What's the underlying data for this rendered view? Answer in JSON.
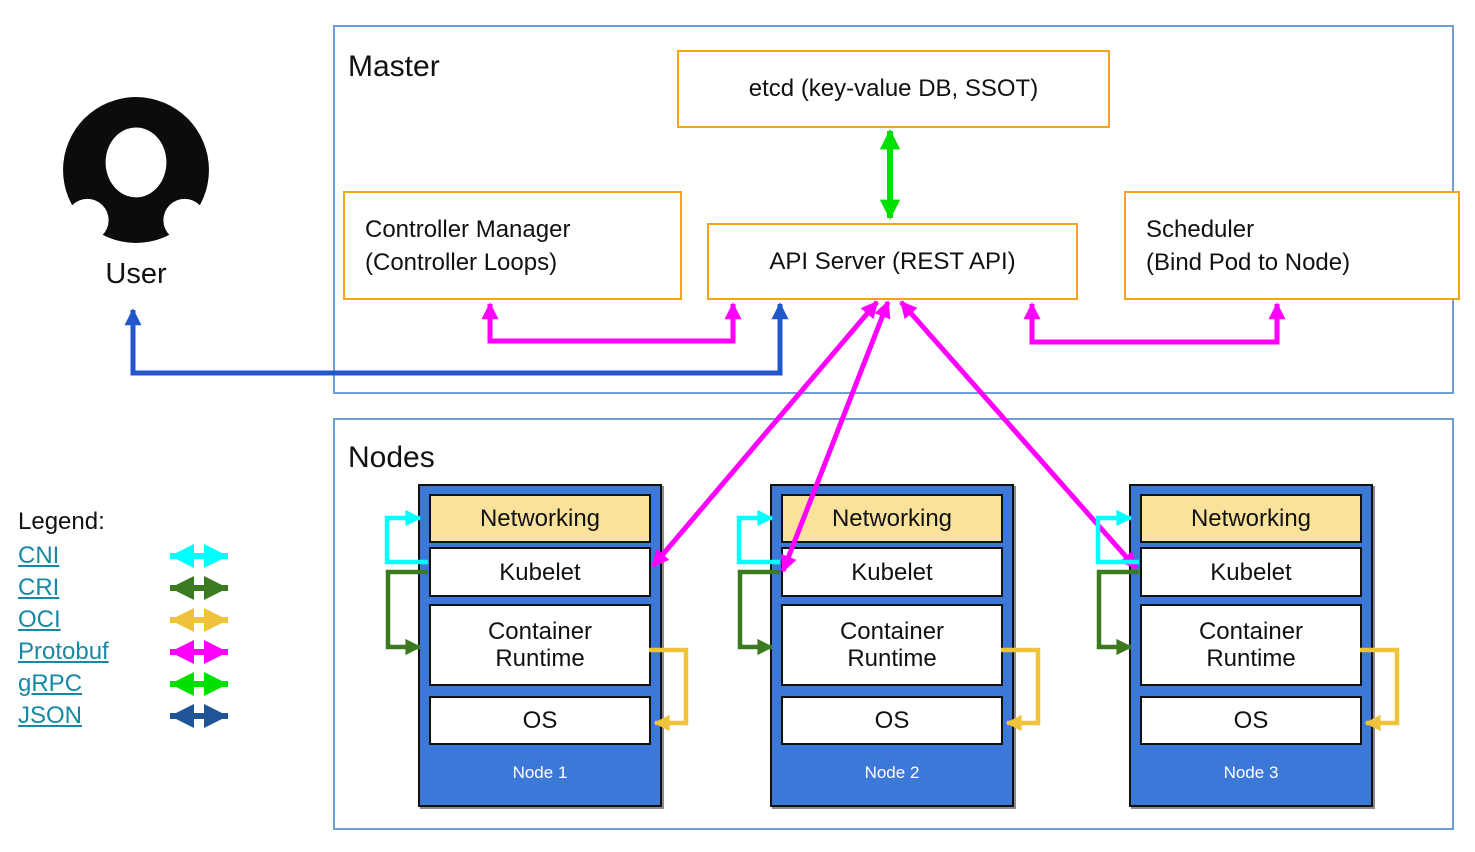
{
  "user": {
    "label": "User"
  },
  "master": {
    "title": "Master",
    "etcd_label": "etcd (key-value DB, SSOT)",
    "controller_manager_line1": "Controller Manager",
    "controller_manager_line2": "(Controller Loops)",
    "api_server_label": "API Server (REST API)",
    "scheduler_line1": "Scheduler",
    "scheduler_line2": "(Bind Pod to Node)"
  },
  "nodes": {
    "title": "Nodes",
    "layers": [
      "Networking",
      "Kubelet",
      "Container Runtime",
      "OS"
    ],
    "names": [
      "Node 1",
      "Node 2",
      "Node 3"
    ]
  },
  "legend": {
    "title": "Legend:",
    "items": [
      {
        "label": "CNI",
        "color": "#00ffff"
      },
      {
        "label": "CRI",
        "color": "#3b7a21"
      },
      {
        "label": "OCI",
        "color": "#efc23b"
      },
      {
        "label": "Protobuf",
        "color": "#ff00ff"
      },
      {
        "label": "gRPC",
        "color": "#00e000"
      },
      {
        "label": "JSON",
        "color": "#1f5496"
      }
    ]
  },
  "colors": {
    "node_fill": "#3c78d8",
    "networking_fill": "#fbe29b",
    "component_border": "#f5a31b",
    "frame_border": "#6e9fd4",
    "user_json_arrow": "#2058cc",
    "protobuf_arrow": "#ff00ff",
    "grpc_arrow": "#00e000",
    "cni_arrow": "#00ffff",
    "cri_arrow": "#3b7a21",
    "oci_arrow": "#efc23b",
    "legend_link_text": "#1789a6"
  }
}
